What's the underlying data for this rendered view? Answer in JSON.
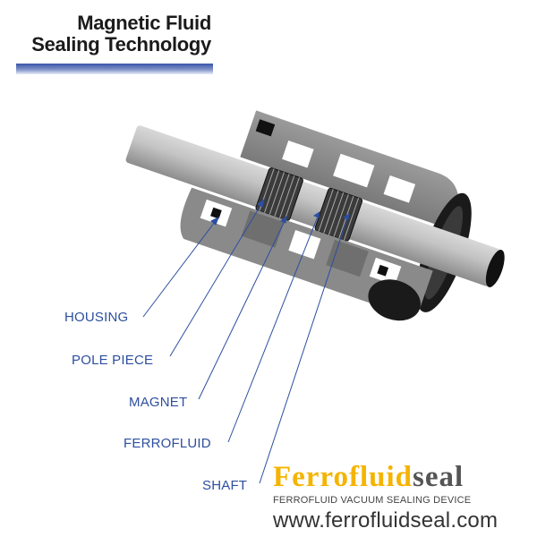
{
  "header": {
    "title_line1": "Magnetic Fluid",
    "title_line2": "Sealing Technology",
    "bar_color": "#3a54a8"
  },
  "diagram": {
    "subject": "ferrofluid-seal-cutaway",
    "callout_color": "#2d4fa0",
    "labels": [
      {
        "id": "housing",
        "text": "HOUSING"
      },
      {
        "id": "pole-piece",
        "text": "POLE PIECE"
      },
      {
        "id": "magnet",
        "text": "MAGNET"
      },
      {
        "id": "ferrofluid",
        "text": "FERROFLUID"
      },
      {
        "id": "shaft",
        "text": "SHAFT"
      }
    ]
  },
  "brand": {
    "name_part1": "Ferrofluid",
    "name_part2": "seal",
    "tagline": "FERROFLUID VACUUM SEALING DEVICE",
    "url": "www.ferrofluidseal.com",
    "primary_color": "#f5b400",
    "secondary_color": "#555555"
  }
}
